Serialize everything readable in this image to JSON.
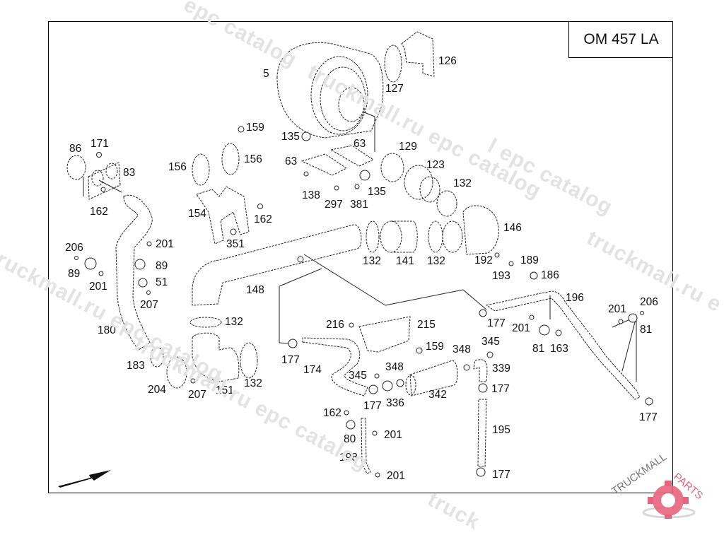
{
  "diagram": {
    "title": "OM 457 LA",
    "watermark_text": [
      "epc catalog",
      "truckmall.ru epc catalog",
      "truckmall.ru epc catalog",
      "truckmall.ru e",
      "truckmall.ru epc catalog",
      "truck",
      "l epc catalog"
    ],
    "logo": {
      "text_left": "TRUCKMALL",
      "text_right": "PARTS",
      "brand_color": "#e8637e"
    },
    "direction_arrow": "arrow-right-icon",
    "callouts": [
      {
        "id": "c1",
        "label": "5"
      },
      {
        "id": "c2",
        "label": "126"
      },
      {
        "id": "c3",
        "label": "127"
      },
      {
        "id": "c4",
        "label": "159"
      },
      {
        "id": "c5",
        "label": "135"
      },
      {
        "id": "c6",
        "label": "171"
      },
      {
        "id": "c7",
        "label": "86"
      },
      {
        "id": "c8",
        "label": "83"
      },
      {
        "id": "c9",
        "label": "156"
      },
      {
        "id": "c10",
        "label": "156"
      },
      {
        "id": "c11",
        "label": "63"
      },
      {
        "id": "c12",
        "label": "63"
      },
      {
        "id": "c13",
        "label": "129"
      },
      {
        "id": "c14",
        "label": "123"
      },
      {
        "id": "c15",
        "label": "162"
      },
      {
        "id": "c16",
        "label": "154"
      },
      {
        "id": "c17",
        "label": "162"
      },
      {
        "id": "c18",
        "label": "138"
      },
      {
        "id": "c19",
        "label": "297"
      },
      {
        "id": "c20",
        "label": "381"
      },
      {
        "id": "c21",
        "label": "135"
      },
      {
        "id": "c22",
        "label": "132"
      },
      {
        "id": "c23",
        "label": "146"
      },
      {
        "id": "c24",
        "label": "351"
      },
      {
        "id": "c25",
        "label": "201"
      },
      {
        "id": "c26",
        "label": "206"
      },
      {
        "id": "c27",
        "label": "89"
      },
      {
        "id": "c28",
        "label": "89"
      },
      {
        "id": "c29",
        "label": "201"
      },
      {
        "id": "c30",
        "label": "51"
      },
      {
        "id": "c31",
        "label": "207"
      },
      {
        "id": "c32",
        "label": "132"
      },
      {
        "id": "c33",
        "label": "141"
      },
      {
        "id": "c34",
        "label": "132"
      },
      {
        "id": "c35",
        "label": "192"
      },
      {
        "id": "c36",
        "label": "189"
      },
      {
        "id": "c37",
        "label": "193"
      },
      {
        "id": "c38",
        "label": "186"
      },
      {
        "id": "c39",
        "label": "148"
      },
      {
        "id": "c40",
        "label": "196"
      },
      {
        "id": "c41",
        "label": "206"
      },
      {
        "id": "c42",
        "label": "201"
      },
      {
        "id": "c43",
        "label": "180"
      },
      {
        "id": "c44",
        "label": "132"
      },
      {
        "id": "c45",
        "label": "216"
      },
      {
        "id": "c46",
        "label": "215"
      },
      {
        "id": "c47",
        "label": "177"
      },
      {
        "id": "c48",
        "label": "201"
      },
      {
        "id": "c49",
        "label": "81"
      },
      {
        "id": "c50",
        "label": "345"
      },
      {
        "id": "c51",
        "label": "348"
      },
      {
        "id": "c52",
        "label": "159"
      },
      {
        "id": "c53",
        "label": "81"
      },
      {
        "id": "c54",
        "label": "163"
      },
      {
        "id": "c55",
        "label": "183"
      },
      {
        "id": "c56",
        "label": "177"
      },
      {
        "id": "c57",
        "label": "339"
      },
      {
        "id": "c58",
        "label": "174"
      },
      {
        "id": "c59",
        "label": "345"
      },
      {
        "id": "c60",
        "label": "348"
      },
      {
        "id": "c61",
        "label": "132"
      },
      {
        "id": "c62",
        "label": "204"
      },
      {
        "id": "c63",
        "label": "207"
      },
      {
        "id": "c64",
        "label": "151"
      },
      {
        "id": "c65",
        "label": "177"
      },
      {
        "id": "c66",
        "label": "342"
      },
      {
        "id": "c67",
        "label": "177"
      },
      {
        "id": "c68",
        "label": "177"
      },
      {
        "id": "c69",
        "label": "336"
      },
      {
        "id": "c70",
        "label": "162"
      },
      {
        "id": "c71",
        "label": "177"
      },
      {
        "id": "c72",
        "label": "201"
      },
      {
        "id": "c73",
        "label": "80"
      },
      {
        "id": "c74",
        "label": "195"
      },
      {
        "id": "c75",
        "label": "198"
      },
      {
        "id": "c76",
        "label": "201"
      },
      {
        "id": "c77",
        "label": "177"
      }
    ]
  }
}
